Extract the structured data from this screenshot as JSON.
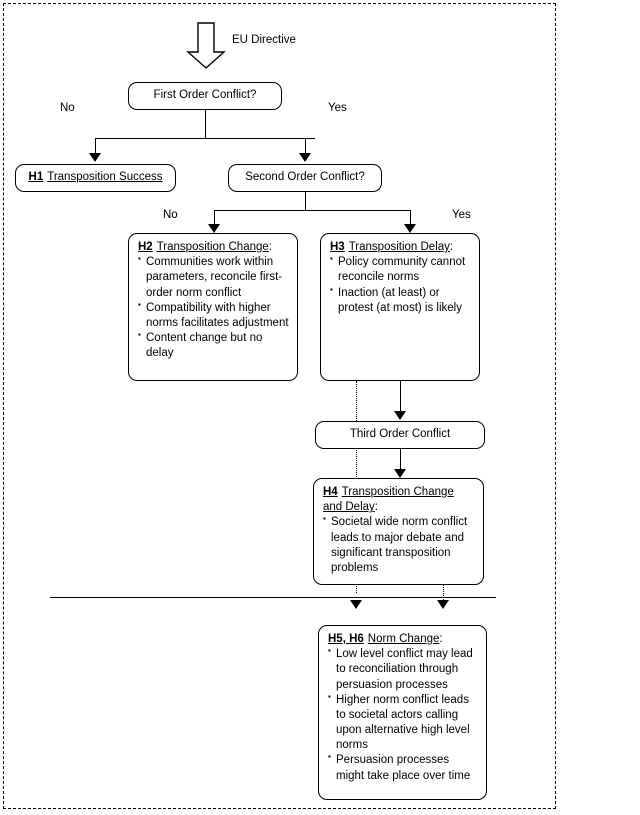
{
  "diagram": {
    "source_arrow_label": "EU Directive",
    "separator_present": true,
    "nodes": {
      "first_order": {
        "label": "First Order Conflict?"
      },
      "h1": {
        "hyp": "H1",
        "title": "Transposition Success",
        "suffix": ""
      },
      "second_order": {
        "label": "Second Order Conflict?"
      },
      "h2": {
        "hyp": "H2",
        "title": "Transposition Change",
        "suffix": ":",
        "bullets": [
          "Communities work within parameters, reconcile first-order norm conflict",
          "Compatibility with higher norms facilitates adjustment",
          "Content change but no delay"
        ]
      },
      "h3": {
        "hyp": "H3",
        "title": "Transposition Delay",
        "suffix": ":",
        "bullets": [
          "Policy community cannot reconcile norms",
          "Inaction (at least) or protest (at most) is likely"
        ]
      },
      "third_order": {
        "label": "Third Order Conflict"
      },
      "h4": {
        "hyp": "H4",
        "title": "Transposition Change and Delay",
        "suffix": ":",
        "bullets": [
          "Societal wide norm conflict leads to major debate and significant transposition problems"
        ]
      },
      "h56": {
        "hyp": "H5, H6",
        "title": "Norm Change",
        "suffix": ":",
        "bullets": [
          "Low level conflict may lead to reconciliation through persuasion processes",
          "Higher norm conflict leads to societal actors calling upon alternative high level norms",
          "Persuasion processes might take place over time"
        ]
      }
    },
    "edge_labels": {
      "first_no": "No",
      "first_yes": "Yes",
      "second_no": "No",
      "second_yes": "Yes"
    },
    "colors": {
      "line": "#000000",
      "background": "#ffffff",
      "text": "#000000"
    }
  }
}
